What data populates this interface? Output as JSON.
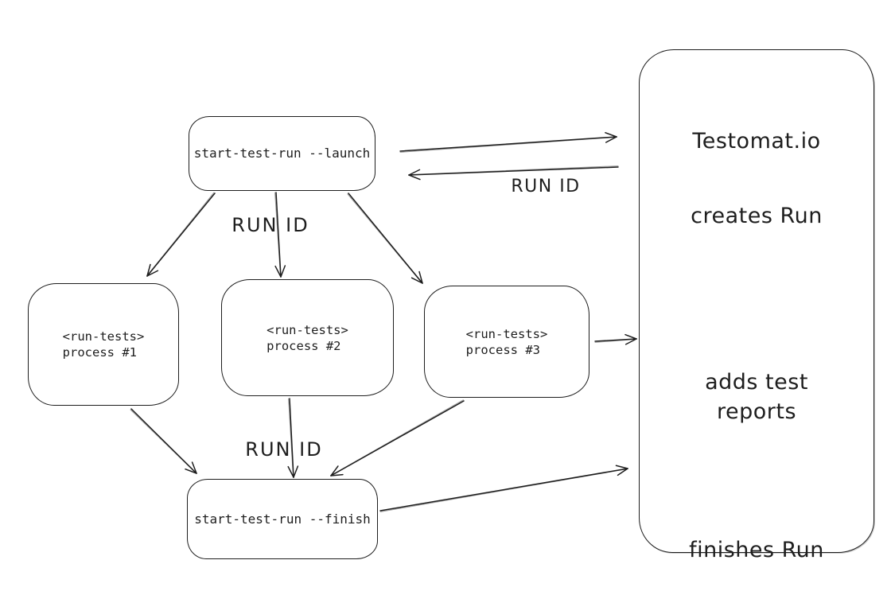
{
  "diagram": {
    "nodes": {
      "launch": {
        "label": "start-test-run --launch"
      },
      "process_1": {
        "lines": [
          "<run-tests>",
          "process #1"
        ]
      },
      "process_2": {
        "lines": [
          "<run-tests>",
          "process #2"
        ]
      },
      "process_3": {
        "lines": [
          "<run-tests>",
          "process #3"
        ]
      },
      "finish": {
        "label": "start-test-run --finish"
      },
      "testomat": {
        "title": "Testomat.io",
        "creates_label": "creates Run",
        "adds_label_line1": "adds test",
        "adds_label_line2": "reports",
        "finishes_label": "finishes Run"
      }
    },
    "edge_labels": {
      "run_id_top": "RUN ID",
      "run_id_middle": "RUN ID",
      "run_id_bottom": "RUN ID"
    },
    "colors": {
      "stroke": "#1e1e1e",
      "background": "#ffffff"
    }
  }
}
